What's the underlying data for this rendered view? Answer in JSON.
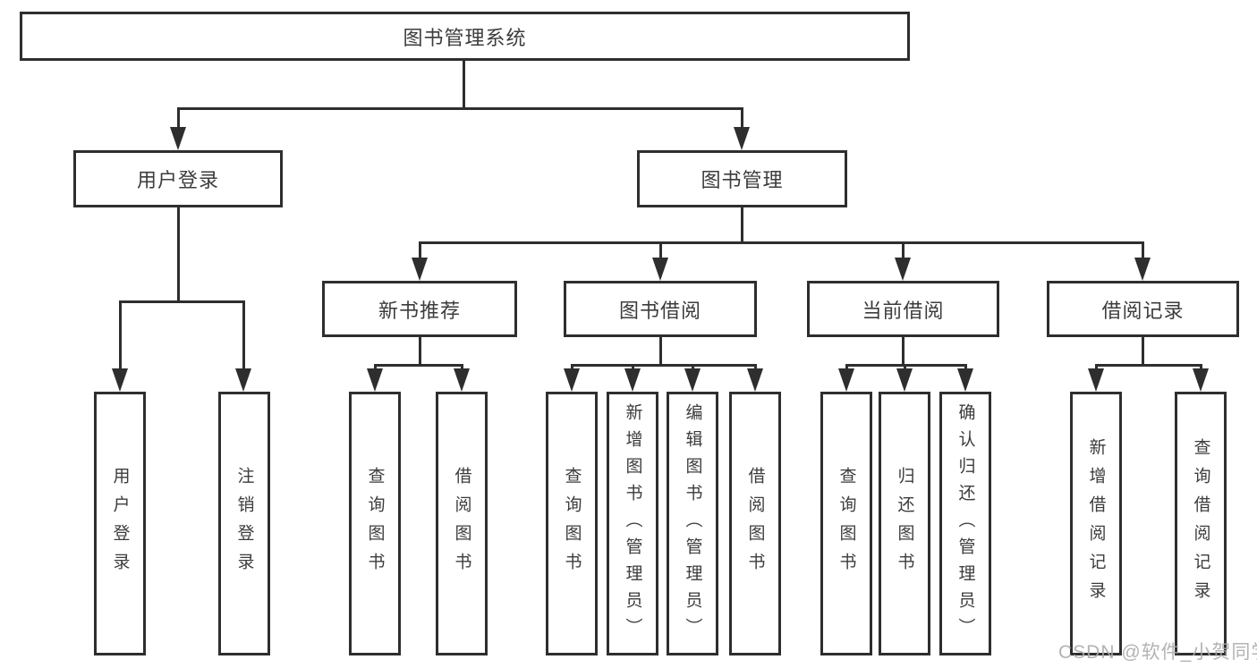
{
  "tree": {
    "root": {
      "label": "图书管理系统",
      "children": [
        {
          "label": "用户登录",
          "children": [
            {
              "label": "用户登录"
            },
            {
              "label": "注销登录"
            }
          ]
        },
        {
          "label": "图书管理",
          "children": [
            {
              "label": "新书推荐",
              "children": [
                {
                  "label": "查询图书"
                },
                {
                  "label": "借阅图书"
                }
              ]
            },
            {
              "label": "图书借阅",
              "children": [
                {
                  "label": "查询图书"
                },
                {
                  "label": "新增图书（管理员）"
                },
                {
                  "label": "编辑图书（管理员）"
                },
                {
                  "label": "借阅图书"
                }
              ]
            },
            {
              "label": "当前借阅",
              "children": [
                {
                  "label": "查询图书"
                },
                {
                  "label": "归还图书"
                },
                {
                  "label": "确认归还（管理员）"
                }
              ]
            },
            {
              "label": "借阅记录",
              "children": [
                {
                  "label": "新增借阅记录"
                },
                {
                  "label": "查询借阅记录"
                }
              ]
            }
          ]
        }
      ]
    }
  },
  "watermark": {
    "text": "CSDN @软件_小贺同学"
  },
  "colors": {
    "line": "#2e2e2e",
    "text": "#3c3c3c",
    "watermark": "#ababab",
    "bg": "#ffffff"
  }
}
